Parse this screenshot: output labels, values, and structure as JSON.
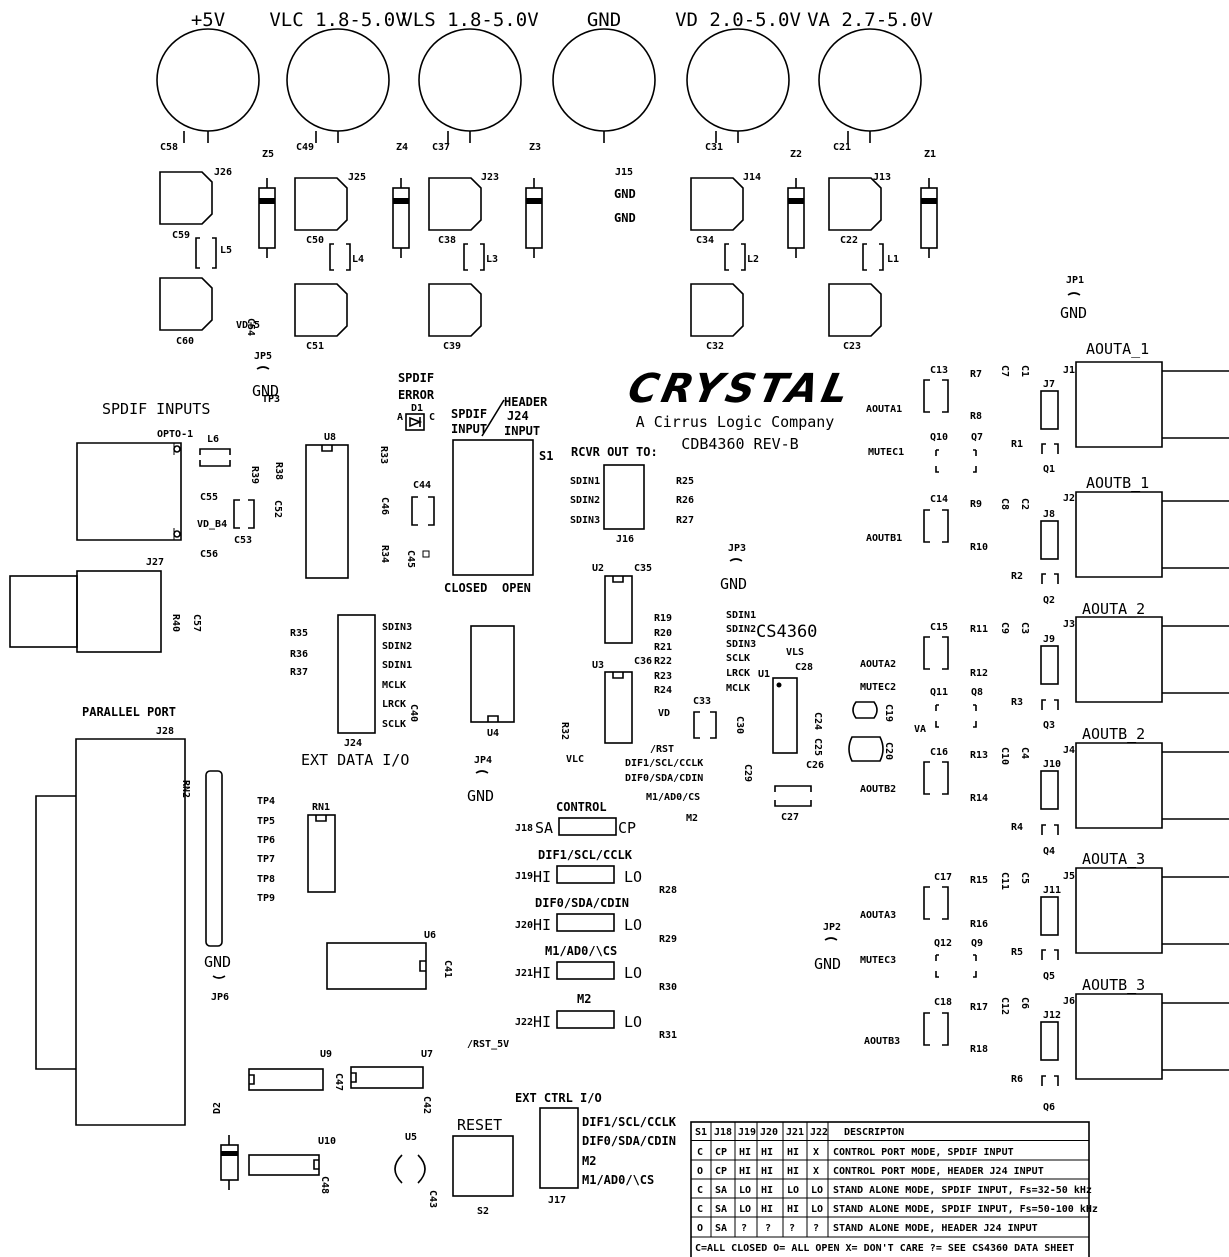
{
  "power": {
    "p5v": "+5V",
    "vlc": "VLC 1.8-5.0V",
    "vls": "VLS 1.8-5.0V",
    "gnd": "GND",
    "vd": "VD 2.0-5.0V",
    "va": "VA 2.7-5.0V",
    "c58": "C58",
    "c49": "C49",
    "c37": "C37",
    "c31": "C31",
    "c21": "C21",
    "z5": "Z5",
    "z4": "Z4",
    "z3": "Z3",
    "z2": "Z2",
    "z1": "Z1",
    "j26": "J26",
    "j25": "J25",
    "j23": "J23",
    "j15": "J15",
    "j14": "J14",
    "j13": "J13",
    "gnd1": "GND",
    "gnd2": "GND",
    "c59": "C59",
    "c50": "C50",
    "c38": "C38",
    "c34": "C34",
    "c22": "C22",
    "l5": "L5",
    "l4": "L4",
    "l3": "L3",
    "l2": "L2",
    "l1": "L1",
    "c60": "C60",
    "c51": "C51",
    "c39": "C39",
    "c32": "C32",
    "c23": "C23",
    "c54": "C54",
    "vd5": "VD+5"
  },
  "jumpers": {
    "jp1": "JP1",
    "jp1_gnd": "GND",
    "jp2": "JP2",
    "jp2_gnd": "GND",
    "jp3": "JP3",
    "jp3_gnd": "GND",
    "jp4": "JP4",
    "jp4_gnd": "GND",
    "jp5": "JP5",
    "jp5_gnd": "GND",
    "jp6": "JP6",
    "jp6_gnd": "GND"
  },
  "logo": {
    "brand": "CRYSTAL",
    "tagline": "A Cirrus Logic Company",
    "board": "CDB4360 REV-B"
  },
  "spdif": {
    "title": "SPDIF INPUTS",
    "opto": "OPTO-1",
    "l6": "L6",
    "r39": "R39",
    "r38": "R38",
    "tp3": "TP3",
    "u8": "U8",
    "r33": "R33",
    "c55": "C55",
    "vd_b4": "VD_B4",
    "c56": "C56",
    "c53": "C53",
    "c52": "C52",
    "err1": "SPDIF",
    "err2": "ERROR",
    "d1": "D1",
    "a": "A",
    "c": "C",
    "c44": "C44",
    "c46": "C46",
    "r34": "R34",
    "c45": "C45",
    "j27": "J27",
    "r40": "R40",
    "c57": "C57"
  },
  "switch": {
    "spdif1": "SPDIF",
    "spdif2": "INPUT",
    "header1": "HEADER",
    "header2": "J24",
    "header3": "INPUT",
    "s1": "S1",
    "closed": "CLOSED",
    "open": "OPEN"
  },
  "rcvr": {
    "title": "RCVR OUT TO:",
    "sdin1": "SDIN1",
    "sdin2": "SDIN2",
    "sdin3": "SDIN3",
    "r25": "R25",
    "r26": "R26",
    "r27": "R27",
    "j16": "J16"
  },
  "extdata": {
    "r35": "R35",
    "r36": "R36",
    "r37": "R37",
    "sdin3": "SDIN3",
    "sdin2": "SDIN2",
    "sdin1": "SDIN1",
    "mclk": "MCLK",
    "lrck": "LRCK",
    "sclk": "SCLK",
    "c40": "C40",
    "j24": "J24",
    "title": "EXT DATA I/O",
    "u4": "U4"
  },
  "center": {
    "u2": "U2",
    "c35": "C35",
    "r19": "R19",
    "r20": "R20",
    "r21": "R21",
    "r22": "R22",
    "r23": "R23",
    "r24": "R24",
    "u3": "U3",
    "c36": "C36",
    "r32": "R32",
    "vlc": "VLC",
    "vd": "VD",
    "c33": "C33",
    "c30": "C30",
    "c29": "C29",
    "rst": "/RST",
    "dif1": "DIF1/SCL/CCLK",
    "dif0": "DIF0/SDA/CDIN",
    "m1": "M1/AD0/CS",
    "m2": "M2"
  },
  "cs4360": {
    "name": "CS4360",
    "vls": "VLS",
    "c28": "C28",
    "u1": "U1",
    "sdin1": "SDIN1",
    "sdin2": "SDIN2",
    "sdin3": "SDIN3",
    "sclk": "SCLK",
    "lrck": "LRCK",
    "mclk": "MCLK",
    "c24": "C24",
    "c25": "C25",
    "c26": "C26",
    "c27": "C27"
  },
  "control": {
    "title": "CONTROL",
    "j18": "J18",
    "sa": "SA",
    "cp": "CP",
    "dif1": "DIF1/SCL/CCLK",
    "j19": "J19",
    "dif0": "DIF0/SDA/CDIN",
    "j20": "J20",
    "m1": "M1/AD0/\\CS",
    "j21": "J21",
    "m2": "M2",
    "j22": "J22",
    "hi": "HI",
    "lo": "LO",
    "r28": "R28",
    "r29": "R29",
    "r30": "R30",
    "r31": "R31",
    "rst5": "/RST_5V"
  },
  "outputs": {
    "aouta1": "AOUTA1",
    "mutec1": "MUTEC1",
    "aoutb1": "AOUTB1",
    "aouta2": "AOUTA2",
    "mutec2": "MUTEC2",
    "va": "VA",
    "aoutb2": "AOUTB2",
    "aouta3": "AOUTA3",
    "mutec3": "MUTEC3",
    "aoutb3": "AOUTB3",
    "c13": "C13",
    "c14": "C14",
    "c15": "C15",
    "c16": "C16",
    "c17": "C17",
    "c18": "C18",
    "r7": "R7",
    "r8": "R8",
    "r9": "R9",
    "r10": "R10",
    "r11": "R11",
    "r12": "R12",
    "r13": "R13",
    "r14": "R14",
    "r15": "R15",
    "r16": "R16",
    "r17": "R17",
    "r18": "R18",
    "r1": "R1",
    "r2": "R2",
    "r3": "R3",
    "r4": "R4",
    "r5": "R5",
    "r6": "R6",
    "c7": "C7",
    "c1": "C1",
    "c8": "C8",
    "c2": "C2",
    "c9": "C9",
    "c3": "C3",
    "c10": "C10",
    "c4": "C4",
    "c11": "C11",
    "c5": "C5",
    "c12": "C12",
    "c6": "C6",
    "q10": "Q10",
    "q7": "Q7",
    "q11": "Q11",
    "q8": "Q8",
    "q12": "Q12",
    "q9": "Q9",
    "q1": "Q1",
    "q2": "Q2",
    "q3": "Q3",
    "q4": "Q4",
    "q5": "Q5",
    "q6": "Q6",
    "j7": "J7",
    "j8": "J8",
    "j9": "J9",
    "j10": "J10",
    "j11": "J11",
    "j12": "J12",
    "j1": "J1",
    "j2": "J2",
    "j3": "J3",
    "j4": "J4",
    "j5": "J5",
    "j6": "J6",
    "c19": "C19",
    "c20": "C20",
    "ao_a1": "AOUTA_1",
    "ao_b1": "AOUTB_1",
    "ao_a2": "AOUTA_2",
    "ao_b2": "AOUTB_2",
    "ao_a3": "AOUTA_3",
    "ao_b3": "AOUTB_3"
  },
  "parallel": {
    "title": "PARALLEL PORT",
    "j28": "J28",
    "rn2": "RN2",
    "rn1": "RN1",
    "tp4": "TP4",
    "tp5": "TP5",
    "tp6": "TP6",
    "tp7": "TP7",
    "tp8": "TP8",
    "tp9": "TP9",
    "u6": "U6",
    "c41": "C41",
    "u9": "U9",
    "u7": "U7",
    "c47": "C47",
    "c42": "C42",
    "d2": "D2",
    "u10": "U10",
    "c48": "C48",
    "u5": "U5",
    "c43": "C43"
  },
  "bottom": {
    "reset": "RESET",
    "s2": "S2",
    "extctrl": "EXT CTRL I/O",
    "j17": "J17",
    "dif1": "DIF1/SCL/CCLK",
    "dif0": "DIF0/SDA/CDIN",
    "m2": "M2",
    "m1": "M1/AD0/\\CS"
  },
  "table": {
    "headers": [
      "S1",
      "J18",
      "J19",
      "J20",
      "J21",
      "J22",
      "DESCRIPTON"
    ],
    "rows": [
      [
        "C",
        "CP",
        "HI",
        "HI",
        "HI",
        "X",
        "CONTROL PORT MODE, SPDIF INPUT"
      ],
      [
        "O",
        "CP",
        "HI",
        "HI",
        "HI",
        "X",
        "CONTROL PORT MODE, HEADER J24 INPUT"
      ],
      [
        "C",
        "SA",
        "LO",
        "HI",
        "LO",
        "LO",
        "STAND ALONE MODE, SPDIF INPUT, Fs=32-50 kHz"
      ],
      [
        "C",
        "SA",
        "LO",
        "HI",
        "HI",
        "LO",
        "STAND ALONE MODE, SPDIF INPUT, Fs=50-100 kHz"
      ],
      [
        "O",
        "SA",
        "?",
        "?",
        "?",
        "?",
        "STAND ALONE MODE, HEADER J24 INPUT"
      ]
    ],
    "footer": "C=ALL CLOSED  O= ALL OPEN  X= DON'T CARE  ?= SEE CS4360 DATA SHEET"
  }
}
